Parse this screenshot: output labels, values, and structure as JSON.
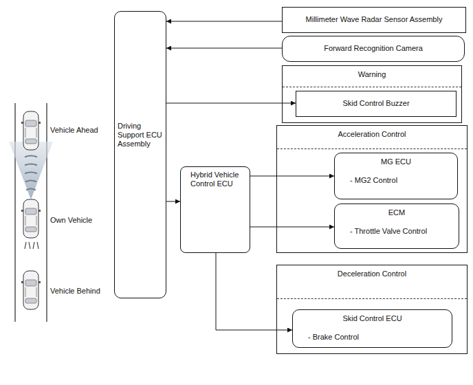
{
  "diagram": {
    "nodes": [
      {
        "text": [
          "Millimeter Wave Radar Sensor Assembly"
        ]
      },
      {
        "text": [
          "Forward Recognition Camera"
        ]
      },
      {
        "text": [
          "Warning"
        ]
      },
      {
        "text": [
          "Skid Control Buzzer"
        ],
        "in": 2
      },
      {
        "text": [
          "Driving Support ECU Assembly"
        ]
      },
      {
        "text": [
          "Acceleration Control"
        ]
      },
      {
        "text": [
          "MG ECU",
          "- MG2 Control"
        ],
        "in": 5
      },
      {
        "text": [
          "ECM",
          "- Throttle Valve Control"
        ],
        "in": 5
      },
      {
        "text": [
          "Hybrid Vehicle Control ECU"
        ]
      },
      {
        "text": [
          "Deceleration Control"
        ]
      },
      {
        "text": [
          "Skid Control ECU",
          "- Brake Control"
        ],
        "in": 9
      }
    ],
    "edges": [
      {
        "from": 0,
        "to": 4,
        "arrow": "to"
      },
      {
        "from": 1,
        "to": 4,
        "arrow": "to"
      },
      {
        "from": 4,
        "to": 3,
        "arrow": "to"
      },
      {
        "from": 4,
        "to": 8,
        "arrow": "to"
      },
      {
        "from": 8,
        "to": 6,
        "arrow": "to"
      },
      {
        "from": 8,
        "to": 7,
        "arrow": "to"
      },
      {
        "from": 8,
        "to": 10,
        "arrow": "to"
      }
    ],
    "labels": [
      "Vehicle Ahead",
      "Own Vehicle",
      "Vehicle Behind"
    ]
  }
}
